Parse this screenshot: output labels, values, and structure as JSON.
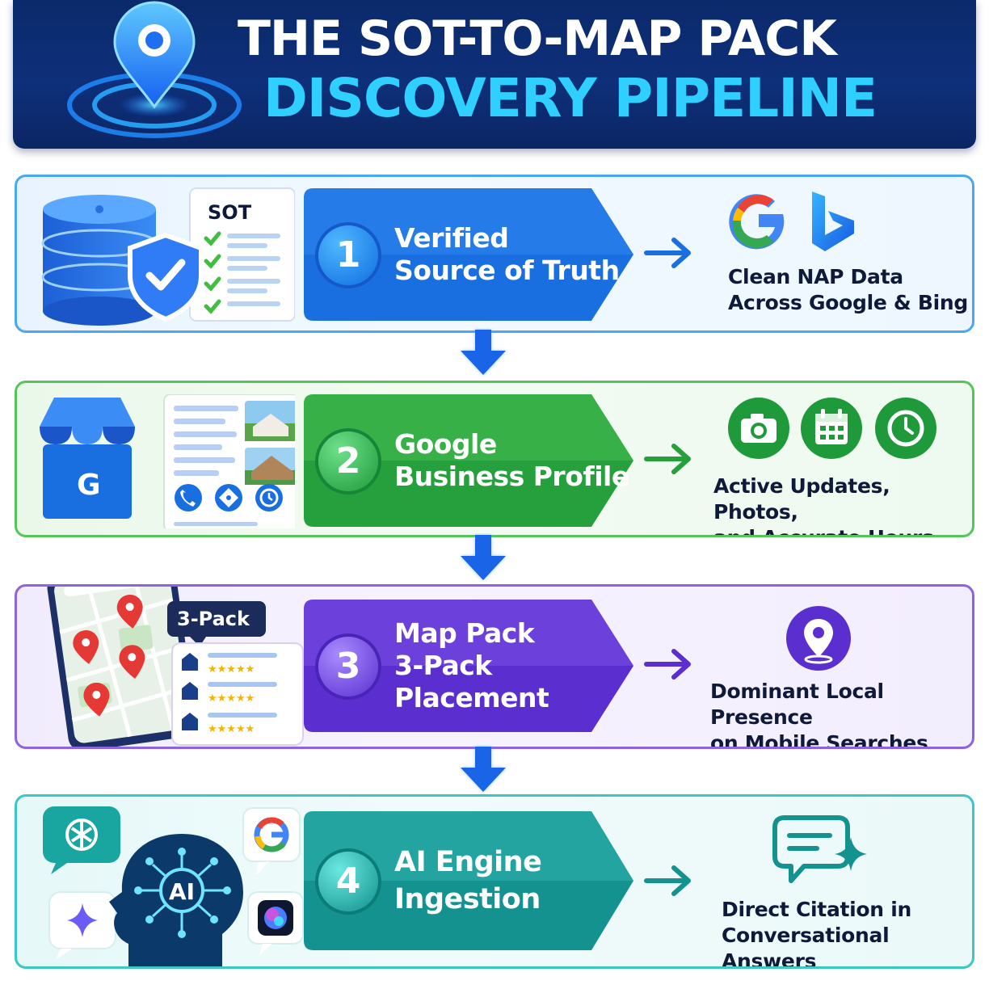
{
  "header": {
    "title_line1": "THE SOT-TO-MAP PACK",
    "title_line2": "DISCOVERY PIPELINE",
    "logo_icon": "location-pin-icon"
  },
  "steps": [
    {
      "number": "1",
      "title_line1": "Verified",
      "title_line2": "Source of Truth",
      "color": "#1a73e8",
      "illustration": {
        "badge": "SOT",
        "icons": [
          "database-icon",
          "shield-check-icon",
          "checklist-icon"
        ]
      },
      "outcome_icons": [
        "google-icon",
        "bing-icon"
      ],
      "outcome_line1": "Clean NAP Data",
      "outcome_line2": "Across Google & Bing"
    },
    {
      "number": "2",
      "title_line1": "Google",
      "title_line2": "Business Profile",
      "color": "#2ea043",
      "illustration": {
        "badge": "G",
        "icons": [
          "storefront-icon",
          "phone-icon",
          "directions-icon",
          "clock-icon"
        ]
      },
      "outcome_icons": [
        "camera-icon",
        "calendar-icon",
        "clock-icon"
      ],
      "outcome_line1": "Active Updates, Photos,",
      "outcome_line2": "and Accurate Hours"
    },
    {
      "number": "3",
      "title_line1": "Map Pack",
      "title_line2": "3-Pack Placement",
      "color": "#6a35d8",
      "illustration": {
        "badge": "3-Pack",
        "icons": [
          "smartphone-map-icon",
          "map-pin-icon",
          "star-rating-icon"
        ]
      },
      "outcome_icons": [
        "location-pin-icon"
      ],
      "outcome_line1": "Dominant Local Presence",
      "outcome_line2": "on Mobile Searches"
    },
    {
      "number": "4",
      "title_line1": "AI Engine",
      "title_line2": "Ingestion",
      "color": "#139a9a",
      "illustration": {
        "badge": "AI",
        "icons": [
          "ai-head-icon",
          "chatgpt-icon",
          "google-icon",
          "gemini-sparkle-icon",
          "siri-icon"
        ]
      },
      "outcome_icons": [
        "chat-sparkle-icon"
      ],
      "outcome_line1": "Direct Citation in",
      "outcome_line2": "Conversational Answers"
    }
  ]
}
